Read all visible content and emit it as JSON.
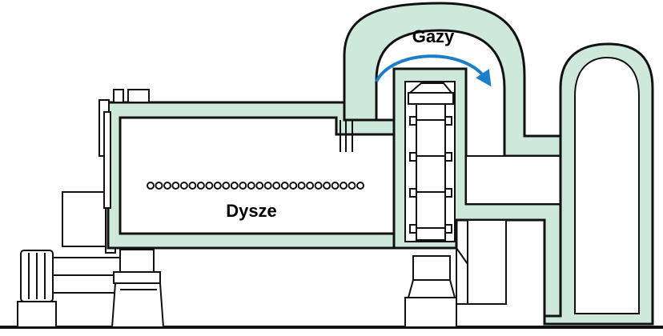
{
  "labels": {
    "gases": "Gazy",
    "nozzles": "Dysze"
  },
  "colors": {
    "duct_fill": "#cfe8dc",
    "outline": "#111111",
    "flow_arrow": "#1b7fc7",
    "background": "#ffffff"
  },
  "nozzle_ring_count": 26
}
